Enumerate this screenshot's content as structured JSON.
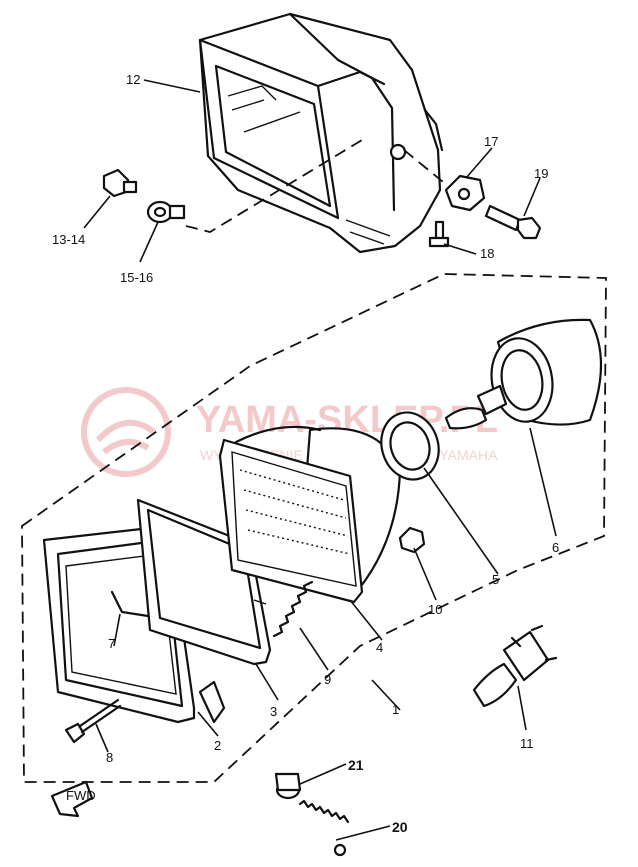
{
  "labels": {
    "p1": "1",
    "p2": "2",
    "p3": "3",
    "p4": "4",
    "p5": "5",
    "p6": "6",
    "p7": "7",
    "p8": "8",
    "p9": "9",
    "p10": "10",
    "p11": "11",
    "p12": "12",
    "p13_14": "13-14",
    "p15_16": "15-16",
    "p17": "17",
    "p18": "18",
    "p19": "19",
    "p20": "20",
    "p21": "21"
  },
  "watermark": {
    "title": "YAMA-SKLEP.PL",
    "subtitle": "WYPOSAŻENIE SHOWIC... DEALER YAMAHA"
  },
  "front_marker": "FWD"
}
